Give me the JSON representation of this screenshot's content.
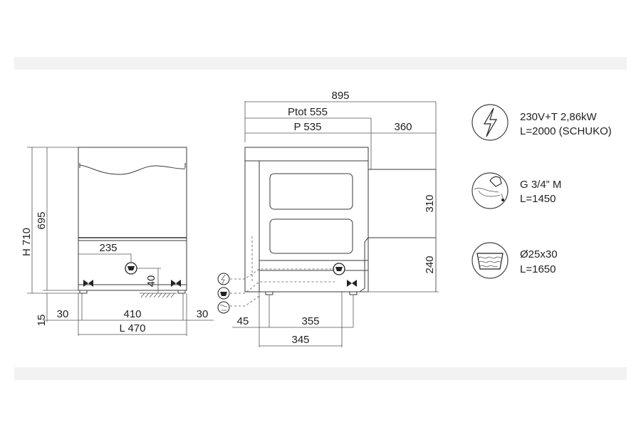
{
  "front_view": {
    "height_total": "H 710",
    "height_body": "695",
    "foot_height": "15",
    "width_left": "30",
    "width_mid": "410",
    "width_right": "30",
    "width_total": "L 470",
    "drain_offset": "235",
    "drain_height": "40"
  },
  "side_view": {
    "depth_total": "895",
    "depth_ptot": "Ptot 555",
    "depth_p": "P 535",
    "depth_rear": "360",
    "height_upper": "310",
    "height_lower": "240",
    "foot_offset": "45",
    "foot_span_a": "355",
    "foot_span_b": "345"
  },
  "specs": [
    {
      "icon": "electric-bolt-icon",
      "line1": "230V+T 2,86kW",
      "line2": "L=2000 (SCHUKO)"
    },
    {
      "icon": "water-tap-icon",
      "line1": "G 3/4” M",
      "line2": "L=1450"
    },
    {
      "icon": "drain-basin-icon",
      "line1": "Ø25x30",
      "line2": "L=1650"
    }
  ]
}
